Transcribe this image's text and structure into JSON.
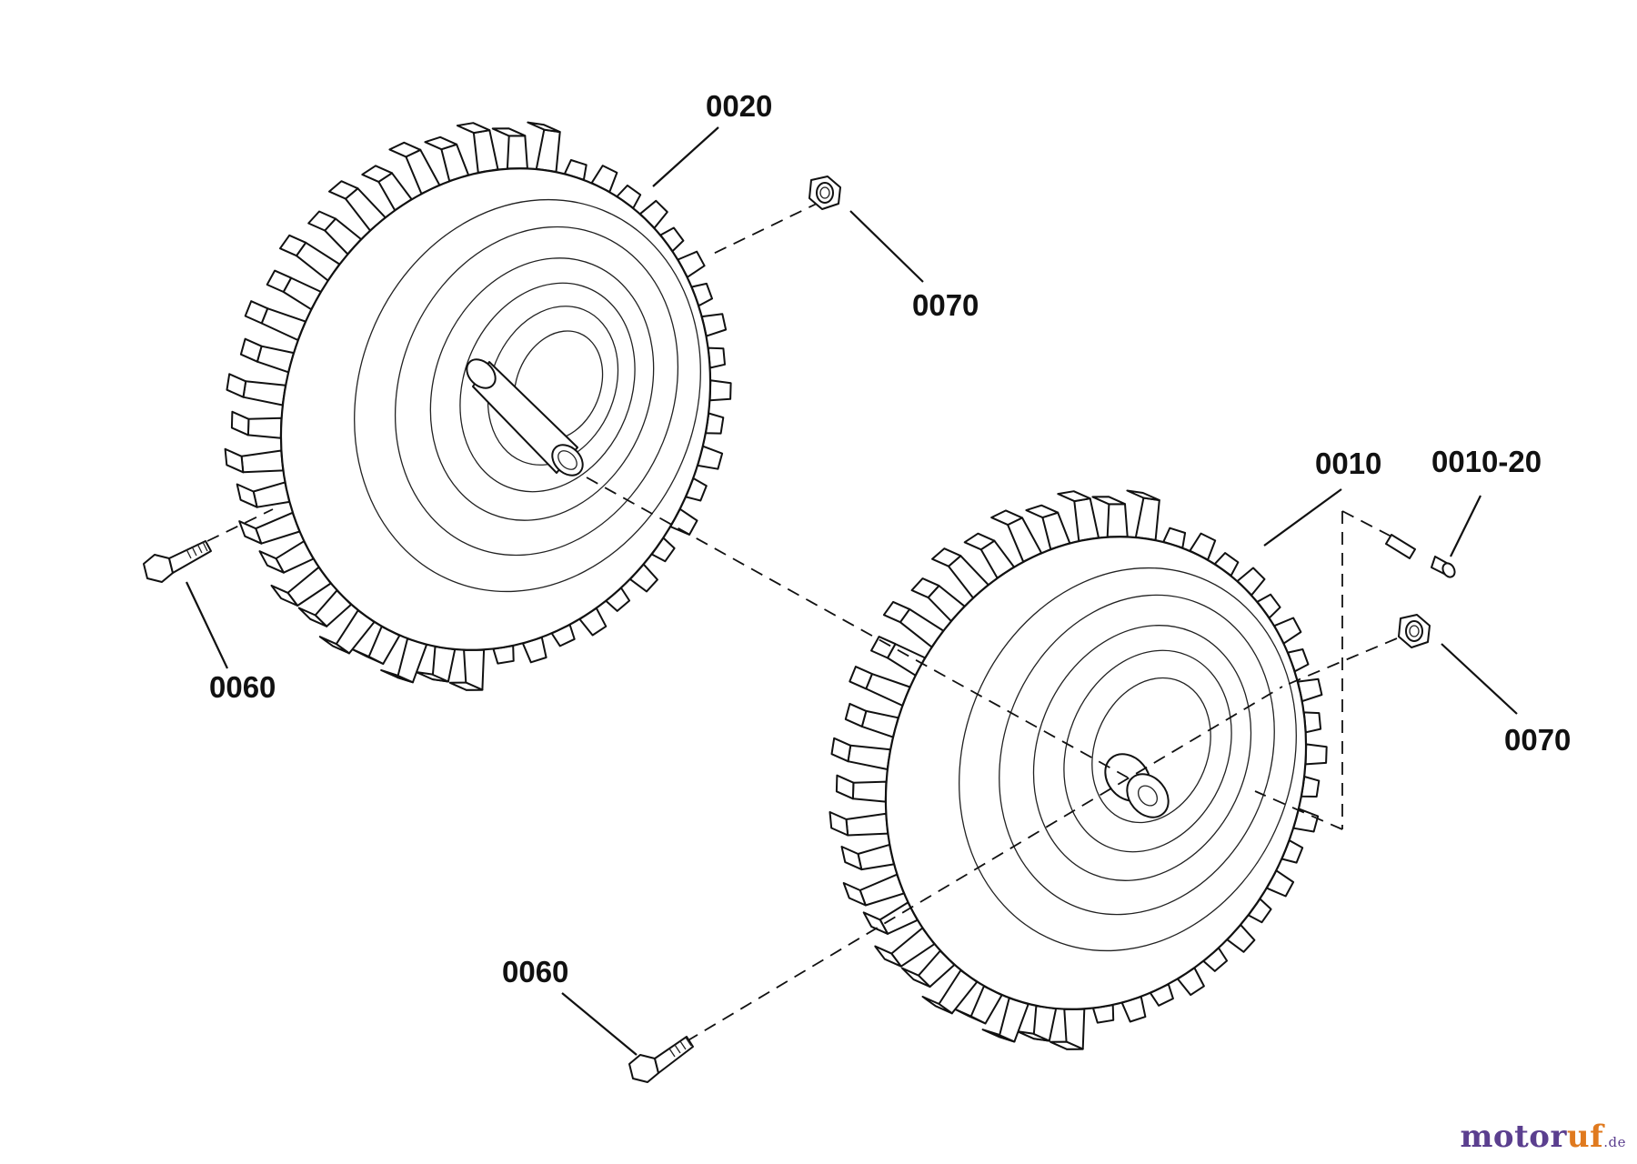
{
  "callouts": {
    "wheel_upper": "0020",
    "nut_upper": "0070",
    "bolt_upper": "0060",
    "wheel_lower": "0010",
    "pin_lower": "0010-20",
    "nut_lower": "0070",
    "bolt_lower": "0060"
  },
  "watermark": {
    "part1": "motor",
    "part2": "uf",
    "part3": ".de"
  },
  "colors": {
    "line": "#111111",
    "watermark_purple": "#5b3f8f",
    "watermark_orange": "#e07a1f"
  }
}
